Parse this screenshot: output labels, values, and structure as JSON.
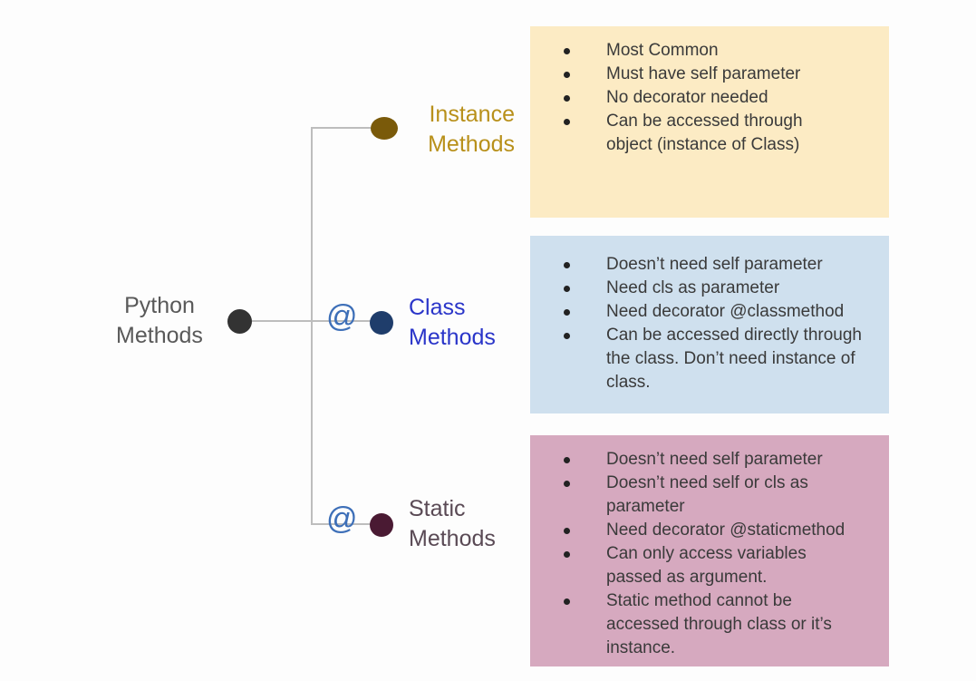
{
  "root": {
    "label_line1": "Python",
    "label_line2": "Methods",
    "dot_color": "#333333"
  },
  "branches": [
    {
      "id": "instance",
      "label_line1": "Instance",
      "label_line2": "Methods",
      "label_color": "#b8901a",
      "dot_color": "#7a5a0a",
      "decorator_symbol": "",
      "box_color": "#fcebc4",
      "items": [
        "Most Common",
        "Must have self parameter",
        "No decorator needed",
        "Can be accessed through object (instance of Class)"
      ]
    },
    {
      "id": "class",
      "label_line1": "Class",
      "label_line2": "Methods",
      "label_color": "#2a35c9",
      "dot_color": "#1f3d6b",
      "decorator_symbol": "@",
      "box_color": "#cfe0ee",
      "items": [
        "Doesn’t need self parameter",
        "Need cls as parameter",
        "Need decorator @classmethod",
        "Can be accessed directly through the class. Don’t need instance of class."
      ]
    },
    {
      "id": "static",
      "label_line1": "Static",
      "label_line2": "Methods",
      "label_color": "#5a4a55",
      "dot_color": "#4a1a33",
      "decorator_symbol": "@",
      "box_color": "#d6a9bf",
      "items": [
        "Doesn’t need self parameter",
        "Doesn’t need self or cls as parameter",
        "Need decorator @staticmethod",
        "Can only access variables passed as argument.",
        "Static method cannot be accessed through class or it’s instance."
      ]
    }
  ]
}
